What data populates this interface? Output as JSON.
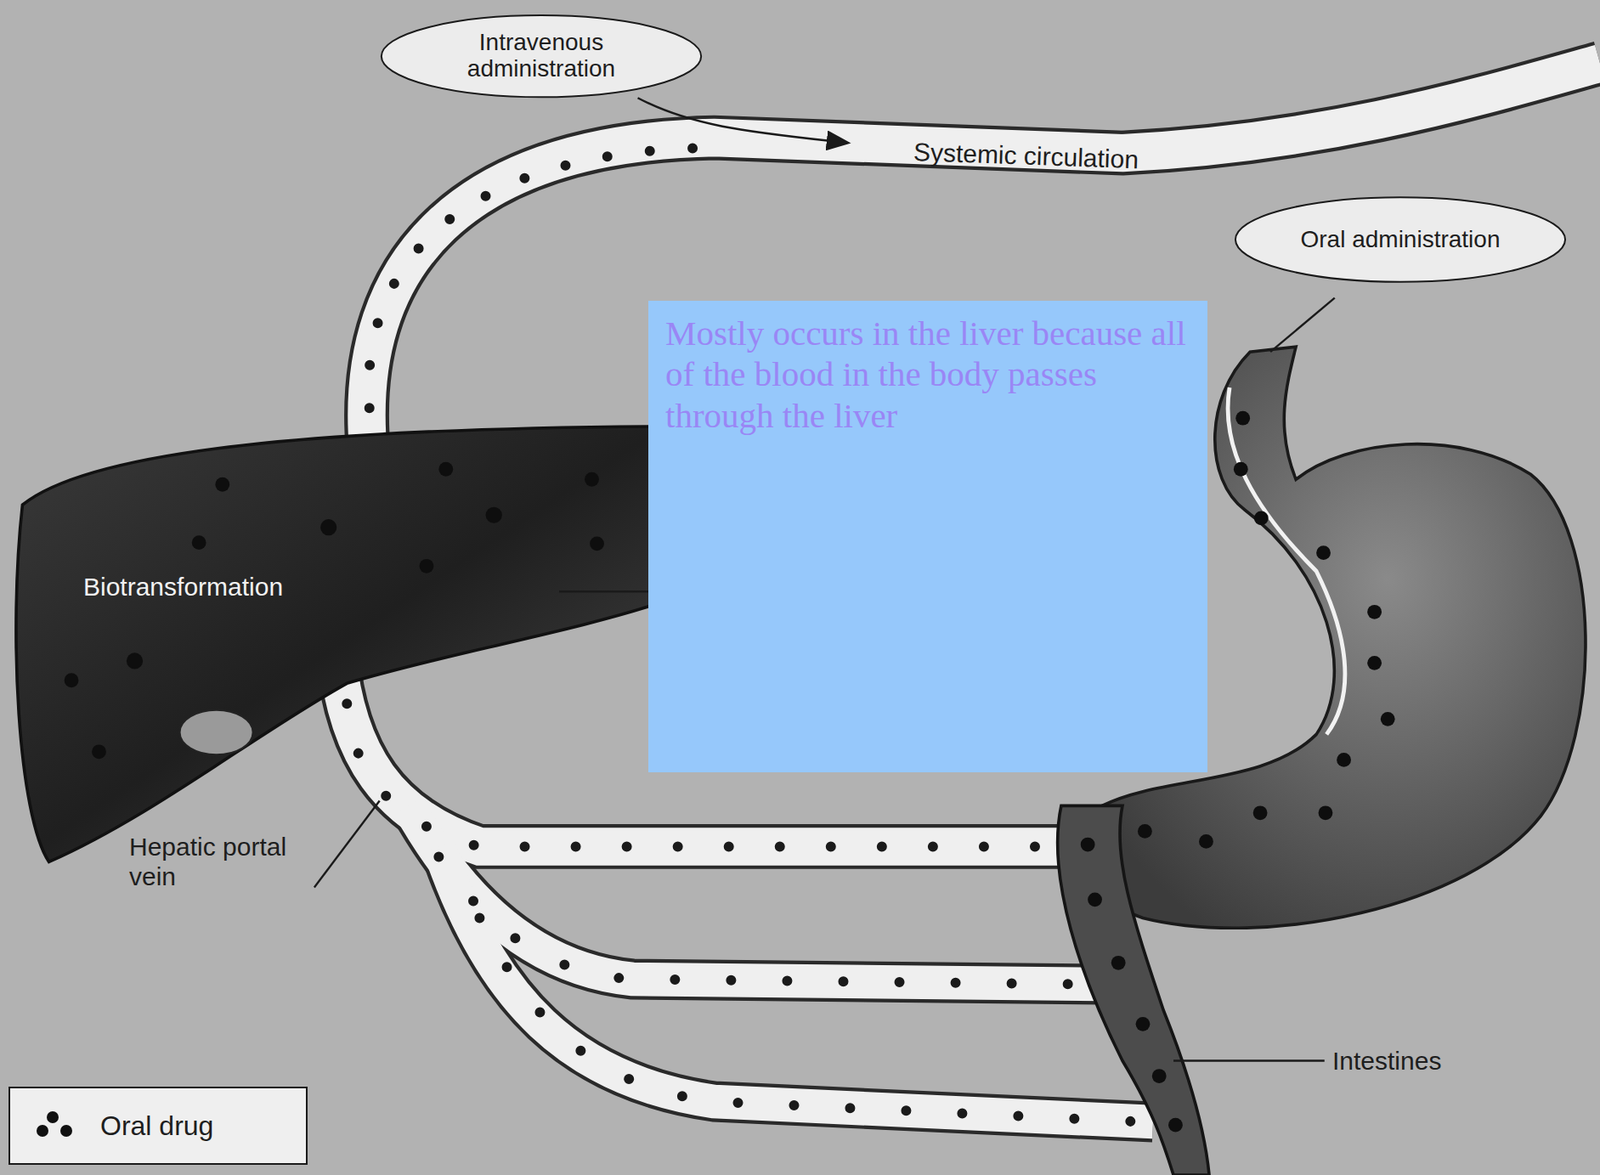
{
  "diagram": {
    "nodes": [
      {
        "text": [
          "Intravenous administration"
        ]
      },
      {
        "text": [
          "Oral administration"
        ]
      },
      {
        "text": [
          "Mostly occurs in the liver because all of the blood in the body passes through the liver"
        ]
      }
    ],
    "labels": [
      "Systemic circulation",
      "Biotransformation",
      "Hepatic portal vein",
      "Intestines"
    ],
    "legend": [
      {
        "text": "Oral drug"
      }
    ]
  }
}
